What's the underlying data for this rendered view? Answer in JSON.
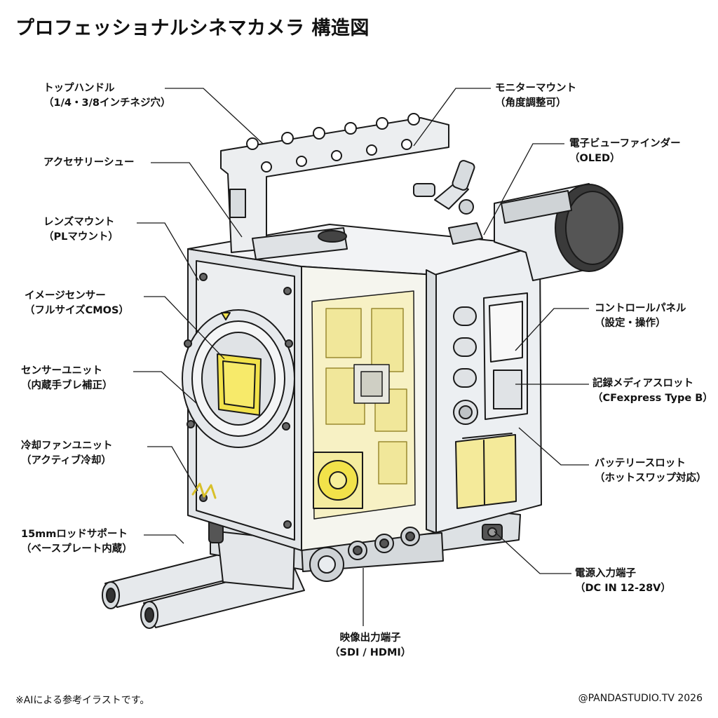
{
  "title": "プロフェッショナルシネマカメラ 構造図",
  "callouts": {
    "top_handle": {
      "line1": "トップハンドル",
      "line2": "（1/4・3/8インチネジ穴）"
    },
    "accessory_shoe": {
      "line1": "アクセサリーシュー"
    },
    "lens_mount": {
      "line1": "レンズマウント",
      "line2": "（PLマウント）"
    },
    "image_sensor": {
      "line1": "イメージセンサー",
      "line2": "（フルサイズCMOS）"
    },
    "sensor_unit": {
      "line1": "センサーユニット",
      "line2": "（内蔵手ブレ補正）"
    },
    "cooling_fan": {
      "line1": "冷却ファンユニット",
      "line2": "（アクティブ冷却）"
    },
    "rod_support": {
      "line1": "15mmロッドサポート",
      "line2": "（ベースプレート内蔵）"
    },
    "monitor_mount": {
      "line1": "モニターマウント",
      "line2": "（角度調整可）"
    },
    "evf": {
      "line1": "電子ビューファインダー",
      "line2": "（OLED）"
    },
    "control_panel": {
      "line1": "コントロールパネル",
      "line2": "（設定・操作）"
    },
    "media_slot": {
      "line1": "記録メディアスロット",
      "line2": "（CFexpress Type B）"
    },
    "battery_slot": {
      "line1": "バッテリースロット",
      "line2": "（ホットスワップ対応）"
    },
    "power_input": {
      "line1": "電源入力端子",
      "line2": "（DC IN 12-28V）"
    },
    "video_output": {
      "line1": "映像出力端子",
      "line2": "（SDI / HDMI）"
    }
  },
  "footer": {
    "note": "※AIによる参考イラストです。",
    "credit": "@PANDASTUDIO.TV 2026"
  },
  "colors": {
    "line": "#1a1a1a",
    "body": "#e9ecef",
    "internal": "#f1e79a",
    "sensor": "#f2e24a",
    "battery": "#f4ea9a"
  }
}
